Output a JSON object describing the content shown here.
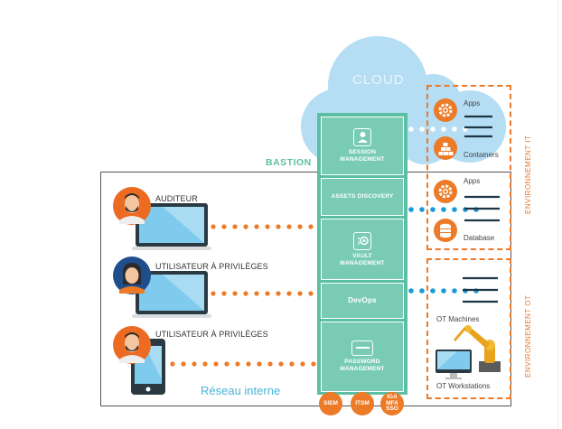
{
  "cloud": {
    "label": "CLOUD"
  },
  "bastion": {
    "title": "BASTION",
    "modules": [
      {
        "id": "session",
        "lines": [
          "SESSION",
          "MANAGEMENT"
        ],
        "icon": "user-screen-icon"
      },
      {
        "id": "assets",
        "lines": [
          "ASSETS DISCOVERY"
        ],
        "icon": ""
      },
      {
        "id": "vault",
        "lines": [
          "VAULT",
          "MANAGEMENT"
        ],
        "icon": "vault-icon"
      },
      {
        "id": "devops",
        "lines": [
          "DevOps"
        ],
        "icon": ""
      },
      {
        "id": "password",
        "lines": [
          "PASSWORD",
          "MANAGEMENT"
        ],
        "icon": "password-field-icon"
      }
    ],
    "integrations": [
      {
        "label": "SIEM"
      },
      {
        "label": "ITSM"
      },
      {
        "label_lines": [
          "IGA",
          "MFA",
          "SSO"
        ]
      }
    ]
  },
  "internal_network": {
    "label": "Réseau interne"
  },
  "users": [
    {
      "label": "AUDITEUR",
      "device": "laptop",
      "avatar": "man-bearded"
    },
    {
      "label": "UTILISATEUR À PRIVILÈGES",
      "device": "laptop",
      "avatar": "woman"
    },
    {
      "label": "UTILISATEUR À PRIVILÈGES",
      "device": "phone",
      "avatar": "man-bearded"
    }
  ],
  "environments": {
    "it": {
      "label": "ENVIRONNEMENT IT",
      "resources": [
        {
          "label": "Apps",
          "icon": "gear-icon"
        },
        {
          "label": "Containers",
          "icon": "containers-icon"
        },
        {
          "label": "Apps",
          "icon": "gear-icon"
        },
        {
          "label": "Database",
          "icon": "database-icon"
        }
      ]
    },
    "ot": {
      "label": "ENVIRONNEMENT OT",
      "resources": [
        {
          "label": "OT Machines",
          "icon": "robot-arm-icon"
        },
        {
          "label": "OT Workstations",
          "icon": "monitor-icon"
        }
      ]
    }
  },
  "colors": {
    "orange": "#ec7a27",
    "teal": "#79ccb3",
    "teal_dark": "#5bbfa3",
    "cloud": "#b5ddf3",
    "blue_dot": "#1a9ad6",
    "screen": "#7fcbee"
  }
}
